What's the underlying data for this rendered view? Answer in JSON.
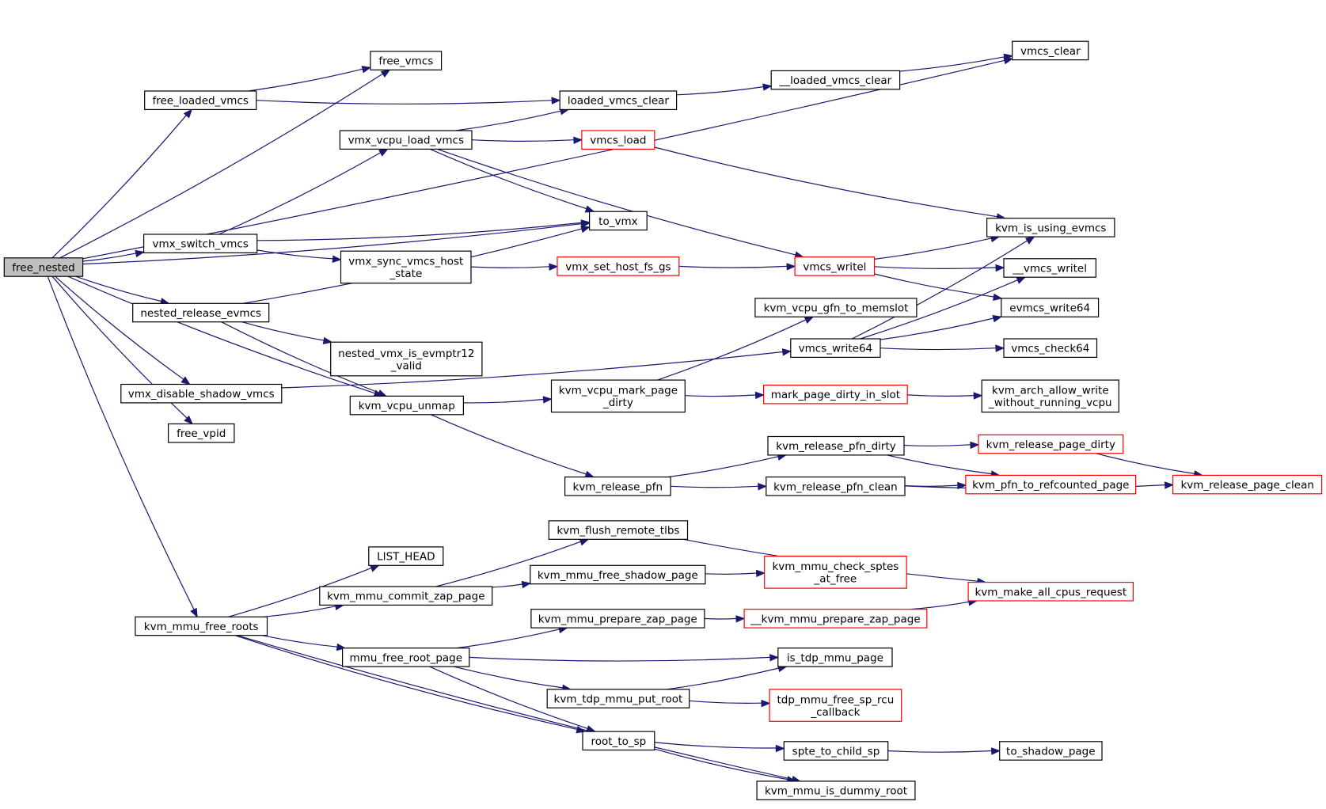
{
  "graph": {
    "title": "",
    "nodes": [
      {
        "id": "free_nested",
        "label": [
          "free_nested"
        ],
        "style": "root"
      },
      {
        "id": "free_loaded_vmcs",
        "label": [
          "free_loaded_vmcs"
        ],
        "style": "normal"
      },
      {
        "id": "free_vmcs",
        "label": [
          "free_vmcs"
        ],
        "style": "normal"
      },
      {
        "id": "vmcs_clear",
        "label": [
          "vmcs_clear"
        ],
        "style": "normal"
      },
      {
        "id": "loaded_vmcs_clear",
        "label": [
          "loaded_vmcs_clear"
        ],
        "style": "normal"
      },
      {
        "id": "__loaded_vmcs_clear",
        "label": [
          "__loaded_vmcs_clear"
        ],
        "style": "normal"
      },
      {
        "id": "vmx_vcpu_load_vmcs",
        "label": [
          "vmx_vcpu_load_vmcs"
        ],
        "style": "normal"
      },
      {
        "id": "vmcs_load",
        "label": [
          "vmcs_load"
        ],
        "style": "red"
      },
      {
        "id": "to_vmx",
        "label": [
          "to_vmx"
        ],
        "style": "normal"
      },
      {
        "id": "kvm_is_using_evmcs",
        "label": [
          "kvm_is_using_evmcs"
        ],
        "style": "normal"
      },
      {
        "id": "vmx_switch_vmcs",
        "label": [
          "vmx_switch_vmcs"
        ],
        "style": "normal"
      },
      {
        "id": "vmx_sync_vmcs_host_state",
        "label": [
          "vmx_sync_vmcs_host",
          "_state"
        ],
        "style": "normal"
      },
      {
        "id": "vmx_set_host_fs_gs",
        "label": [
          "vmx_set_host_fs_gs"
        ],
        "style": "red"
      },
      {
        "id": "vmcs_writel",
        "label": [
          "vmcs_writel"
        ],
        "style": "red"
      },
      {
        "id": "__vmcs_writel",
        "label": [
          "__vmcs_writel"
        ],
        "style": "normal"
      },
      {
        "id": "evmcs_write64",
        "label": [
          "evmcs_write64"
        ],
        "style": "normal"
      },
      {
        "id": "nested_release_evmcs",
        "label": [
          "nested_release_evmcs"
        ],
        "style": "normal"
      },
      {
        "id": "kvm_vcpu_gfn_to_memslot",
        "label": [
          "kvm_vcpu_gfn_to_memslot"
        ],
        "style": "normal"
      },
      {
        "id": "nested_vmx_is_evmptr12_valid",
        "label": [
          "nested_vmx_is_evmptr12",
          "_valid"
        ],
        "style": "normal"
      },
      {
        "id": "vmcs_write64",
        "label": [
          "vmcs_write64"
        ],
        "style": "normal"
      },
      {
        "id": "vmcs_check64",
        "label": [
          "vmcs_check64"
        ],
        "style": "normal"
      },
      {
        "id": "vmx_disable_shadow_vmcs",
        "label": [
          "vmx_disable_shadow_vmcs"
        ],
        "style": "normal"
      },
      {
        "id": "kvm_vcpu_unmap",
        "label": [
          "kvm_vcpu_unmap"
        ],
        "style": "normal"
      },
      {
        "id": "kvm_vcpu_mark_page_dirty",
        "label": [
          "kvm_vcpu_mark_page",
          "_dirty"
        ],
        "style": "normal"
      },
      {
        "id": "mark_page_dirty_in_slot",
        "label": [
          "mark_page_dirty_in_slot"
        ],
        "style": "red"
      },
      {
        "id": "kvm_arch_allow_write_without_running_vcpu",
        "label": [
          "kvm_arch_allow_write",
          "_without_running_vcpu"
        ],
        "style": "normal"
      },
      {
        "id": "free_vpid",
        "label": [
          "free_vpid"
        ],
        "style": "normal"
      },
      {
        "id": "kvm_release_pfn_dirty",
        "label": [
          "kvm_release_pfn_dirty"
        ],
        "style": "normal"
      },
      {
        "id": "kvm_release_page_dirty",
        "label": [
          "kvm_release_page_dirty"
        ],
        "style": "red"
      },
      {
        "id": "kvm_release_pfn",
        "label": [
          "kvm_release_pfn"
        ],
        "style": "normal"
      },
      {
        "id": "kvm_release_pfn_clean",
        "label": [
          "kvm_release_pfn_clean"
        ],
        "style": "normal"
      },
      {
        "id": "kvm_pfn_to_refcounted_page",
        "label": [
          "kvm_pfn_to_refcounted_page"
        ],
        "style": "red"
      },
      {
        "id": "kvm_release_page_clean",
        "label": [
          "kvm_release_page_clean"
        ],
        "style": "red"
      },
      {
        "id": "kvm_flush_remote_tlbs",
        "label": [
          "kvm_flush_remote_tlbs"
        ],
        "style": "normal"
      },
      {
        "id": "LIST_HEAD",
        "label": [
          "LIST_HEAD"
        ],
        "style": "normal"
      },
      {
        "id": "kvm_mmu_free_shadow_page",
        "label": [
          "kvm_mmu_free_shadow_page"
        ],
        "style": "normal"
      },
      {
        "id": "kvm_mmu_check_sptes_at_free",
        "label": [
          "kvm_mmu_check_sptes",
          "_at_free"
        ],
        "style": "red"
      },
      {
        "id": "kvm_mmu_commit_zap_page",
        "label": [
          "kvm_mmu_commit_zap_page"
        ],
        "style": "normal"
      },
      {
        "id": "kvm_make_all_cpus_request",
        "label": [
          "kvm_make_all_cpus_request"
        ],
        "style": "red"
      },
      {
        "id": "kvm_mmu_free_roots",
        "label": [
          "kvm_mmu_free_roots"
        ],
        "style": "normal"
      },
      {
        "id": "kvm_mmu_prepare_zap_page",
        "label": [
          "kvm_mmu_prepare_zap_page"
        ],
        "style": "normal"
      },
      {
        "id": "__kvm_mmu_prepare_zap_page",
        "label": [
          "__kvm_mmu_prepare_zap_page"
        ],
        "style": "red"
      },
      {
        "id": "mmu_free_root_page",
        "label": [
          "mmu_free_root_page"
        ],
        "style": "normal"
      },
      {
        "id": "is_tdp_mmu_page",
        "label": [
          "is_tdp_mmu_page"
        ],
        "style": "normal"
      },
      {
        "id": "kvm_tdp_mmu_put_root",
        "label": [
          "kvm_tdp_mmu_put_root"
        ],
        "style": "normal"
      },
      {
        "id": "tdp_mmu_free_sp_rcu_callback",
        "label": [
          "tdp_mmu_free_sp_rcu",
          "_callback"
        ],
        "style": "red"
      },
      {
        "id": "root_to_sp",
        "label": [
          "root_to_sp"
        ],
        "style": "normal"
      },
      {
        "id": "spte_to_child_sp",
        "label": [
          "spte_to_child_sp"
        ],
        "style": "normal"
      },
      {
        "id": "to_shadow_page",
        "label": [
          "to_shadow_page"
        ],
        "style": "normal"
      },
      {
        "id": "kvm_mmu_is_dummy_root",
        "label": [
          "kvm_mmu_is_dummy_root"
        ],
        "style": "normal"
      }
    ],
    "edges": [
      [
        "free_nested",
        "vmcs_clear"
      ],
      [
        "free_nested",
        "free_vmcs"
      ],
      [
        "free_nested",
        "free_loaded_vmcs"
      ],
      [
        "free_nested",
        "to_vmx"
      ],
      [
        "free_nested",
        "vmx_switch_vmcs"
      ],
      [
        "free_nested",
        "nested_release_evmcs"
      ],
      [
        "free_nested",
        "kvm_vcpu_unmap"
      ],
      [
        "free_nested",
        "vmx_disable_shadow_vmcs"
      ],
      [
        "free_nested",
        "free_vpid"
      ],
      [
        "free_nested",
        "kvm_mmu_free_roots"
      ],
      [
        "free_loaded_vmcs",
        "free_vmcs"
      ],
      [
        "free_loaded_vmcs",
        "loaded_vmcs_clear"
      ],
      [
        "loaded_vmcs_clear",
        "__loaded_vmcs_clear"
      ],
      [
        "__loaded_vmcs_clear",
        "vmcs_clear"
      ],
      [
        "vmx_vcpu_load_vmcs",
        "loaded_vmcs_clear"
      ],
      [
        "vmx_vcpu_load_vmcs",
        "vmcs_load"
      ],
      [
        "vmx_vcpu_load_vmcs",
        "to_vmx"
      ],
      [
        "vmx_vcpu_load_vmcs",
        "vmcs_writel"
      ],
      [
        "vmcs_load",
        "kvm_is_using_evmcs"
      ],
      [
        "vmx_switch_vmcs",
        "vmx_vcpu_load_vmcs"
      ],
      [
        "vmx_switch_vmcs",
        "to_vmx"
      ],
      [
        "vmx_switch_vmcs",
        "vmx_sync_vmcs_host_state"
      ],
      [
        "vmx_sync_vmcs_host_state",
        "vmx_set_host_fs_gs"
      ],
      [
        "vmx_set_host_fs_gs",
        "vmcs_writel"
      ],
      [
        "vmcs_writel",
        "kvm_is_using_evmcs"
      ],
      [
        "vmcs_writel",
        "__vmcs_writel"
      ],
      [
        "vmcs_writel",
        "evmcs_write64"
      ],
      [
        "nested_release_evmcs",
        "to_vmx"
      ],
      [
        "nested_release_evmcs",
        "nested_vmx_is_evmptr12_valid"
      ],
      [
        "nested_release_evmcs",
        "kvm_vcpu_unmap"
      ],
      [
        "vmx_disable_shadow_vmcs",
        "vmcs_write64"
      ],
      [
        "vmcs_write64",
        "kvm_is_using_evmcs"
      ],
      [
        "vmcs_write64",
        "__vmcs_writel"
      ],
      [
        "vmcs_write64",
        "evmcs_write64"
      ],
      [
        "vmcs_write64",
        "vmcs_check64"
      ],
      [
        "kvm_vcpu_unmap",
        "kvm_vcpu_mark_page_dirty"
      ],
      [
        "kvm_vcpu_unmap",
        "kvm_release_pfn"
      ],
      [
        "kvm_vcpu_mark_page_dirty",
        "kvm_vcpu_gfn_to_memslot"
      ],
      [
        "kvm_vcpu_mark_page_dirty",
        "mark_page_dirty_in_slot"
      ],
      [
        "mark_page_dirty_in_slot",
        "kvm_arch_allow_write_without_running_vcpu"
      ],
      [
        "kvm_release_pfn",
        "kvm_release_pfn_dirty"
      ],
      [
        "kvm_release_pfn",
        "kvm_release_pfn_clean"
      ],
      [
        "kvm_release_pfn_dirty",
        "kvm_release_page_dirty"
      ],
      [
        "kvm_release_pfn_dirty",
        "kvm_pfn_to_refcounted_page"
      ],
      [
        "kvm_release_page_dirty",
        "kvm_release_page_clean"
      ],
      [
        "kvm_release_pfn_clean",
        "kvm_pfn_to_refcounted_page"
      ],
      [
        "kvm_release_pfn_clean",
        "kvm_release_page_clean"
      ],
      [
        "kvm_mmu_free_roots",
        "LIST_HEAD"
      ],
      [
        "kvm_mmu_free_roots",
        "kvm_mmu_commit_zap_page"
      ],
      [
        "kvm_mmu_free_roots",
        "mmu_free_root_page"
      ],
      [
        "kvm_mmu_free_roots",
        "root_to_sp"
      ],
      [
        "kvm_mmu_free_roots",
        "kvm_mmu_is_dummy_root"
      ],
      [
        "kvm_mmu_commit_zap_page",
        "kvm_flush_remote_tlbs"
      ],
      [
        "kvm_mmu_commit_zap_page",
        "kvm_mmu_free_shadow_page"
      ],
      [
        "kvm_flush_remote_tlbs",
        "kvm_make_all_cpus_request"
      ],
      [
        "kvm_mmu_free_shadow_page",
        "kvm_mmu_check_sptes_at_free"
      ],
      [
        "mmu_free_root_page",
        "kvm_mmu_prepare_zap_page"
      ],
      [
        "mmu_free_root_page",
        "is_tdp_mmu_page"
      ],
      [
        "mmu_free_root_page",
        "kvm_tdp_mmu_put_root"
      ],
      [
        "mmu_free_root_page",
        "root_to_sp"
      ],
      [
        "kvm_mmu_prepare_zap_page",
        "__kvm_mmu_prepare_zap_page"
      ],
      [
        "__kvm_mmu_prepare_zap_page",
        "kvm_make_all_cpus_request"
      ],
      [
        "kvm_tdp_mmu_put_root",
        "is_tdp_mmu_page"
      ],
      [
        "kvm_tdp_mmu_put_root",
        "tdp_mmu_free_sp_rcu_callback"
      ],
      [
        "root_to_sp",
        "spte_to_child_sp"
      ],
      [
        "root_to_sp",
        "kvm_mmu_is_dummy_root"
      ],
      [
        "spte_to_child_sp",
        "to_shadow_page"
      ]
    ],
    "colors": {
      "edge": "#191970",
      "root_fill": "#bfbfbf",
      "red_border": "#ff0000",
      "border": "#000000",
      "background": "#ffffff"
    }
  }
}
